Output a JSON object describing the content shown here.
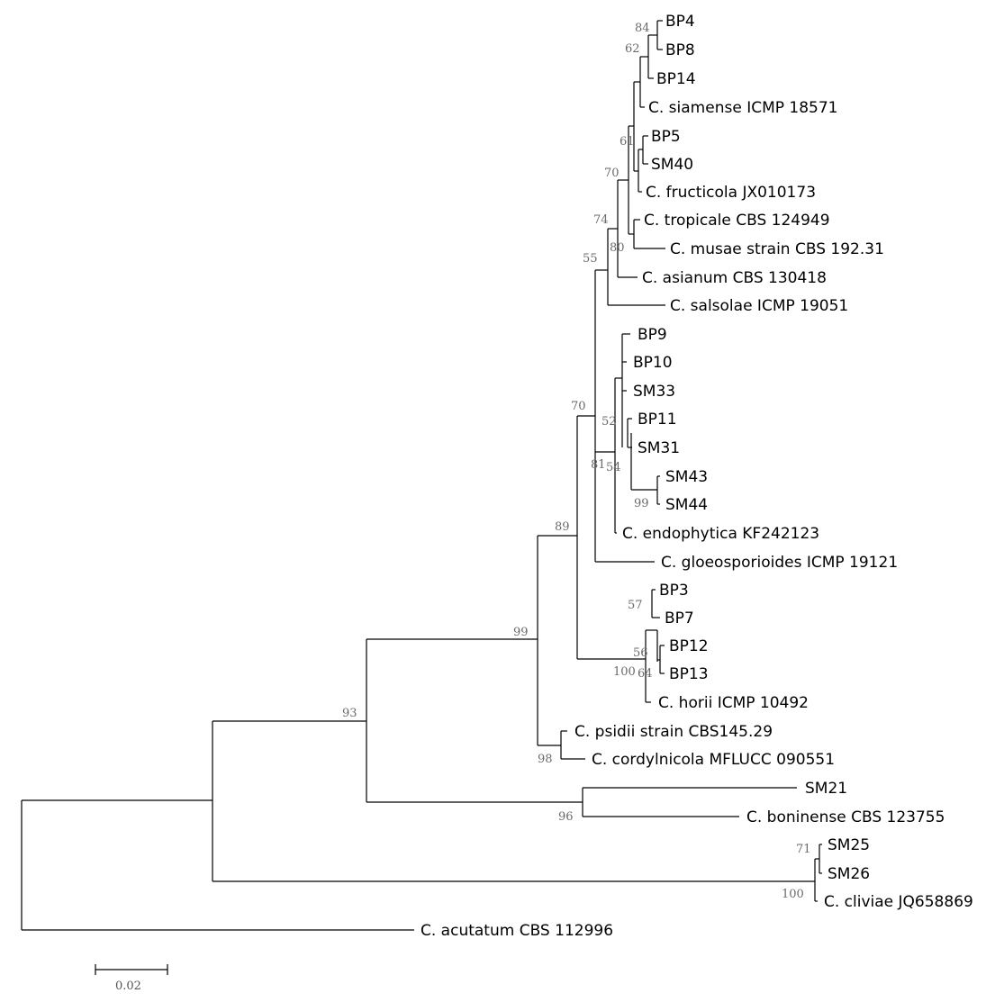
{
  "tree": {
    "taxa": [
      "BP4",
      "BP8",
      "BP14",
      "C. siamense ICMP 18571",
      "BP5",
      "SM40",
      "C. fructicola JX010173",
      "C. tropicale CBS 124949",
      "C. musae strain CBS 192.31",
      "C. asianum CBS 130418",
      "C. salsolae ICMP 19051",
      "BP9",
      "BP10",
      "SM33",
      "BP11",
      "SM31",
      "SM43",
      "SM44",
      "C. endophytica KF242123",
      "C. gloeosporioides ICMP 19121",
      "BP3",
      "BP7",
      "BP12",
      "BP13",
      "C. horii ICMP 10492",
      "C. psidii strain CBS145.29",
      "C. cordylnicola MFLUCC 090551",
      "SM21",
      "C. boninense CBS 123755",
      "SM25",
      "SM26",
      "C. cliviae JQ658869",
      "C. acutatum CBS 112996"
    ],
    "support_values": [
      "84",
      "62",
      "61",
      "70",
      "74",
      "80",
      "55",
      "70",
      "52",
      "81",
      "54",
      "99",
      "89",
      "57",
      "56",
      "100",
      "64",
      "99",
      "93",
      "98",
      "96",
      "71",
      "100"
    ]
  },
  "scale_bar": {
    "label": "0.02"
  }
}
